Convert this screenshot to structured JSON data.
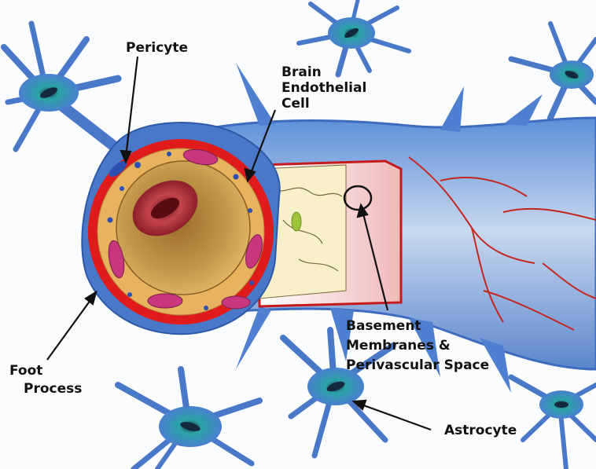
{
  "labels": {
    "pericyte": "Pericyte",
    "endothelial": [
      "Brain",
      "Endothelial",
      "Cell"
    ],
    "basement": [
      "Basement",
      "Membranes &",
      "Perivascular Space"
    ],
    "foot_process": [
      "Foot",
      "Process"
    ],
    "astrocyte": "Astrocyte"
  },
  "colors": {
    "astrocyte_blue": "#4a78c8",
    "astrocyte_core": "#2fa7a8",
    "basement_red": "#e01b1b",
    "endothelium_tan": "#e8b35e",
    "lumen_brown": "#b48a3a",
    "blood_cell": "#a9272f",
    "pericyte_magenta": "#c8367e",
    "lumen_pink": "#f2c9c9"
  }
}
